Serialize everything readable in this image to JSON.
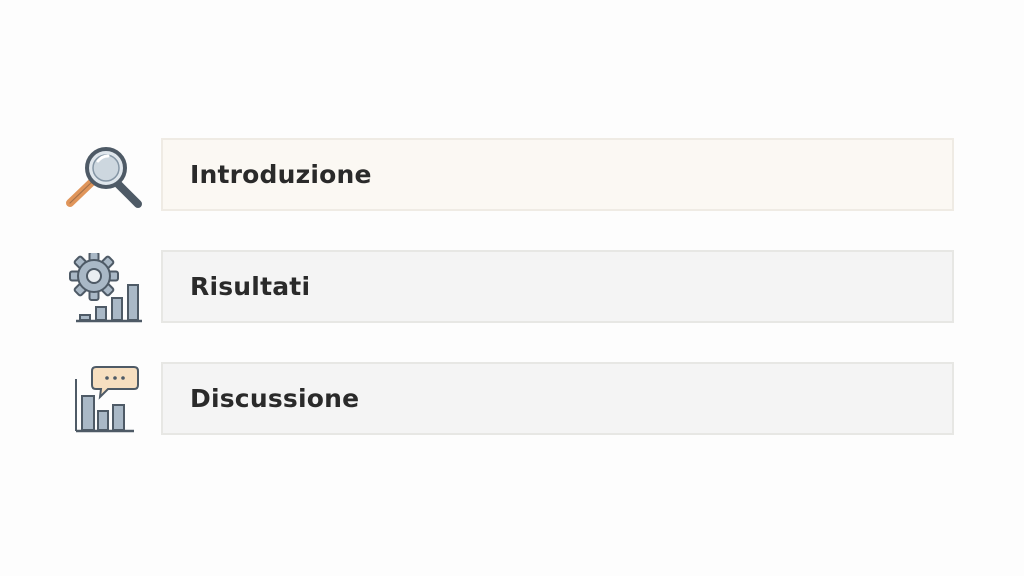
{
  "sections": [
    {
      "label": "Introduzione",
      "icon": "magnifying-glass-icon"
    },
    {
      "label": "Risultati",
      "icon": "gear-bar-chart-icon"
    },
    {
      "label": "Discussione",
      "icon": "chat-bubble-bar-chart-icon"
    }
  ],
  "colors": {
    "accent_orange": "#e0955a",
    "icon_slate": "#4e5a66",
    "icon_fill_blue": "#a9b8c6",
    "bubble_fill": "#f7dfc0",
    "first_bar_bg": "#fbf8f3",
    "bar_bg": "#f4f4f4",
    "text": "#2a2a2a"
  }
}
